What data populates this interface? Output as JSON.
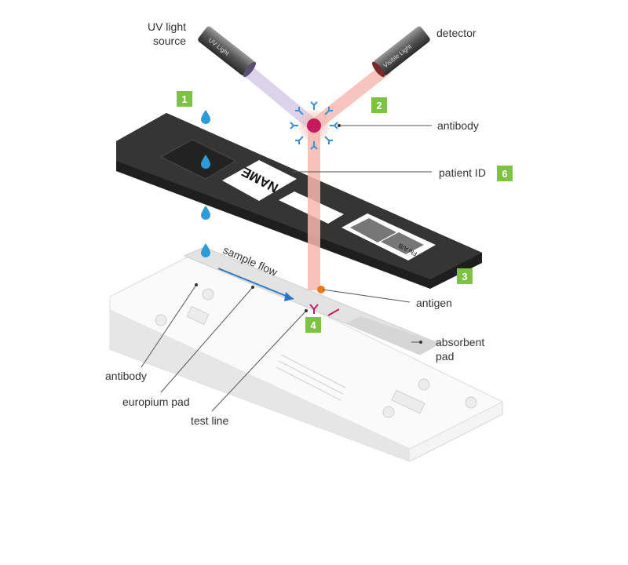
{
  "labels": {
    "uv_source_line1": "UV light",
    "uv_source_line2": "source",
    "detector": "detector",
    "antibody_top": "antibody",
    "patient_id": "patient ID",
    "antigen": "antigen",
    "absorbent_line1": "absorbent",
    "absorbent_line2": "pad",
    "antibody_bottom": "antibody",
    "europium_pad": "europium pad",
    "test_line": "test line",
    "sample_flow": "sample flow"
  },
  "device_text": {
    "uv_cylinder": "UV Light",
    "visible_cylinder": "Visible Light",
    "name_label": "NAME",
    "test_type": "Flu A/B"
  },
  "badges": {
    "b1": "1",
    "b2": "2",
    "b3": "3",
    "b4": "4",
    "b6": "6"
  },
  "colors": {
    "badge": "#7dc242",
    "uv_beam": "#d9cfe8",
    "red_beam": "#f6b7ae",
    "antibody": "#3a8fd6",
    "particle": "#c8195f",
    "drop": "#2d9bd8",
    "flow_arrow": "#2a78c2"
  }
}
